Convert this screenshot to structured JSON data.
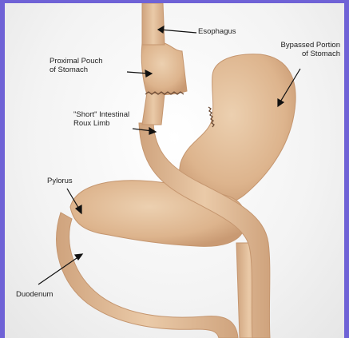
{
  "labels": {
    "esophagus": "Esophagus",
    "bypassed": "Bypassed Portion\nof Stomach",
    "pouch": "Proximal Pouch\nof Stomach",
    "roux": "\"Short\" Intestinal\nRoux Limb",
    "pylorus": "Pylorus",
    "duodenum": "Duodenum"
  },
  "colors": {
    "frame": "#6f62d6",
    "tissue": "#e2bd98",
    "tissue_dark": "#c99a73",
    "staple": "#6b4a34",
    "text": "#222222"
  }
}
